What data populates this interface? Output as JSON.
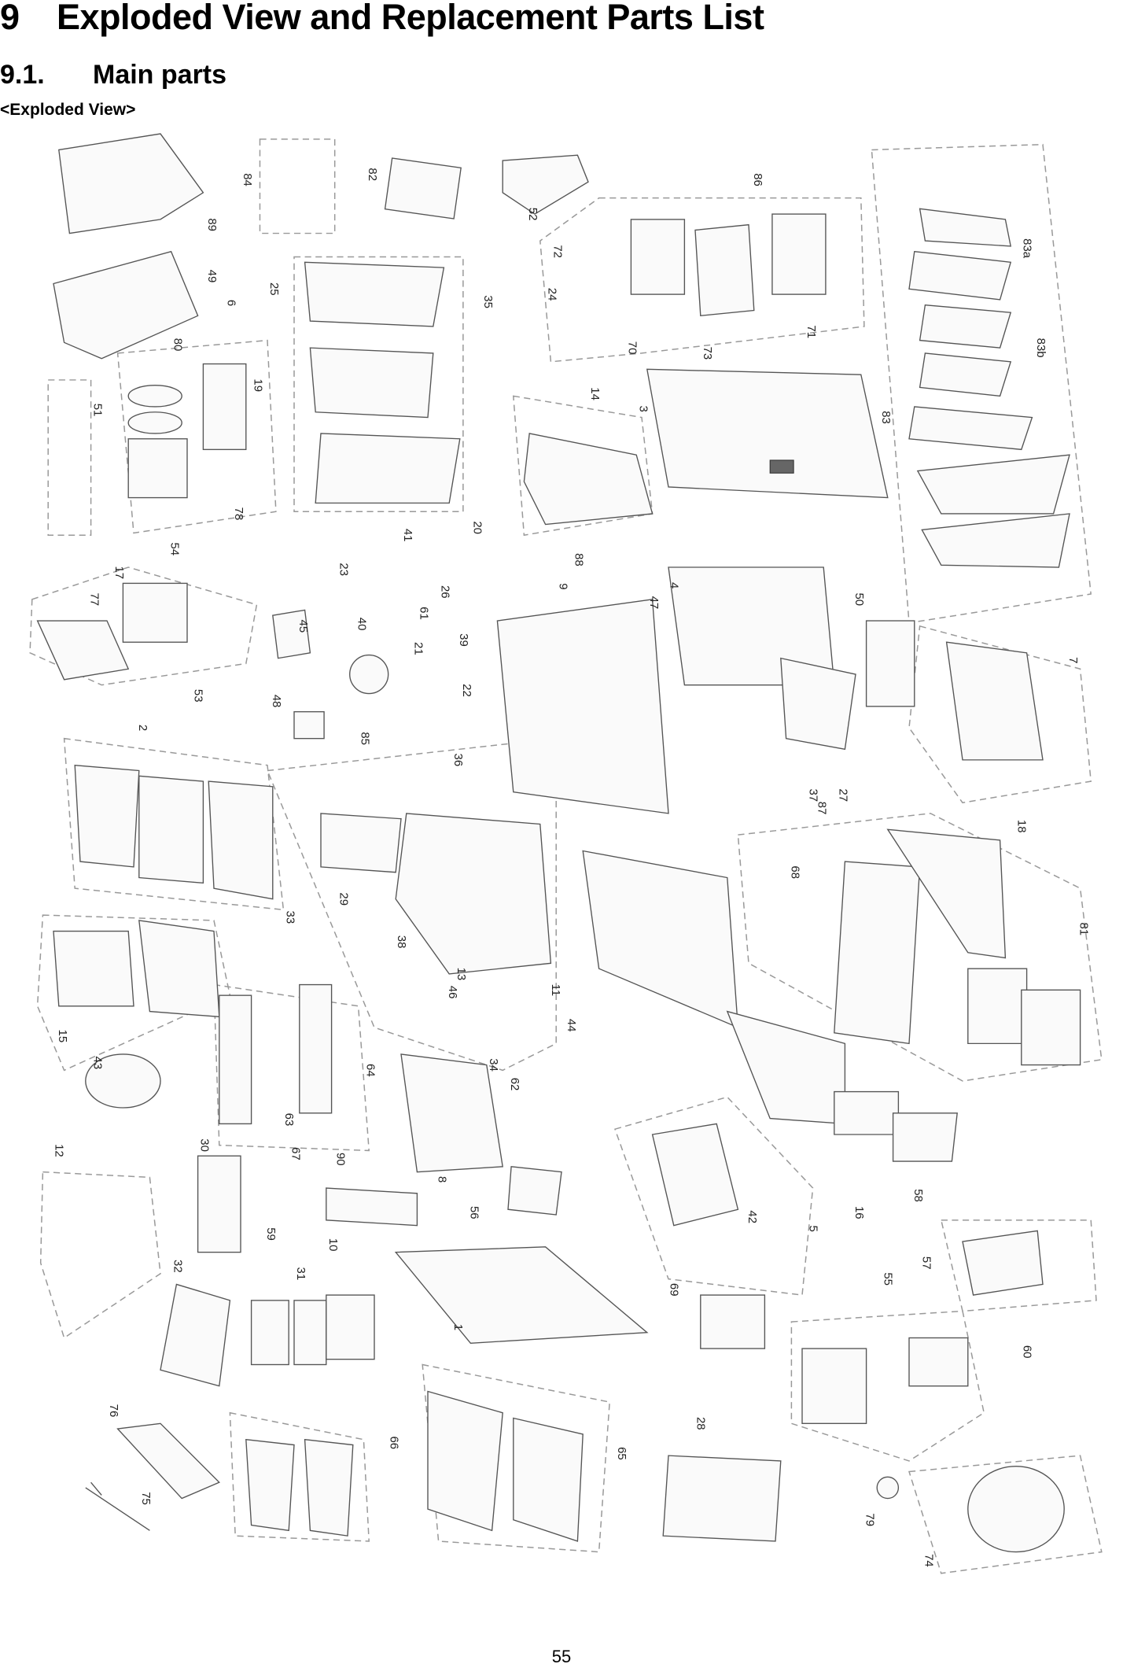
{
  "heading": {
    "number": "9",
    "title": "Exploded View and Replacement Parts List"
  },
  "subheading": {
    "number": "9.1.",
    "title": "Main parts"
  },
  "section_label": "<Exploded View>",
  "part_labels": [
    "89",
    "84",
    "82",
    "52",
    "86",
    "83a",
    "49",
    "25",
    "72",
    "35",
    "24",
    "6",
    "80",
    "19",
    "70",
    "73",
    "71",
    "83b",
    "51",
    "14",
    "3",
    "83",
    "78",
    "41",
    "20",
    "54",
    "17",
    "77",
    "23",
    "88",
    "9",
    "4",
    "47",
    "50",
    "26",
    "61",
    "45",
    "40",
    "21",
    "39",
    "7",
    "53",
    "48",
    "22",
    "2",
    "85",
    "36",
    "37",
    "27",
    "87",
    "18",
    "68",
    "29",
    "33",
    "38",
    "81",
    "13",
    "11",
    "46",
    "15",
    "44",
    "43",
    "34",
    "62",
    "64",
    "63",
    "12",
    "30",
    "67",
    "90",
    "8",
    "56",
    "16",
    "58",
    "5",
    "42",
    "59",
    "10",
    "57",
    "32",
    "31",
    "55",
    "69",
    "1",
    "60",
    "28",
    "66",
    "76",
    "65",
    "79",
    "75",
    "74"
  ],
  "page_number": "55"
}
